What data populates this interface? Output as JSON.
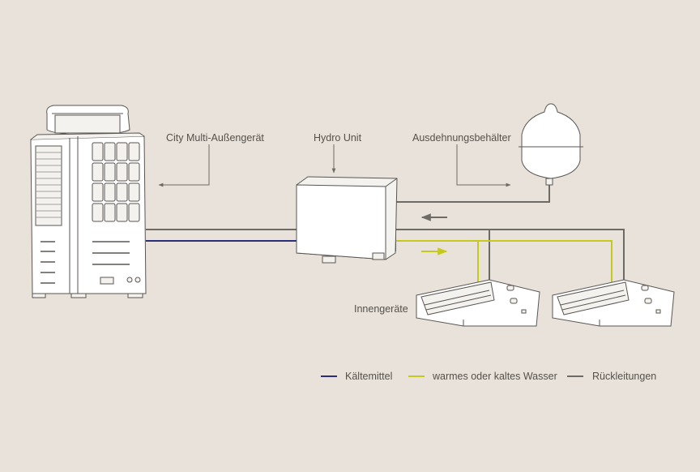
{
  "labels": {
    "outdoor_unit": "City Multi-Außengerät",
    "hydro_unit": "Hydro Unit",
    "expansion_tank": "Ausdehnungsbehälter",
    "indoor_units": "Innengeräte"
  },
  "legend": [
    {
      "label": "Kältemittel",
      "color": "#2d2e7a"
    },
    {
      "label": "warmes oder kaltes Wasser",
      "color": "#c5c91d"
    },
    {
      "label": "Rückleitungen",
      "color": "#6e6a66"
    }
  ],
  "colors": {
    "background": "#e8e2da",
    "unit_fill": "#ffffff",
    "outline": "#5a5652",
    "arrow": "#6e6a66"
  }
}
